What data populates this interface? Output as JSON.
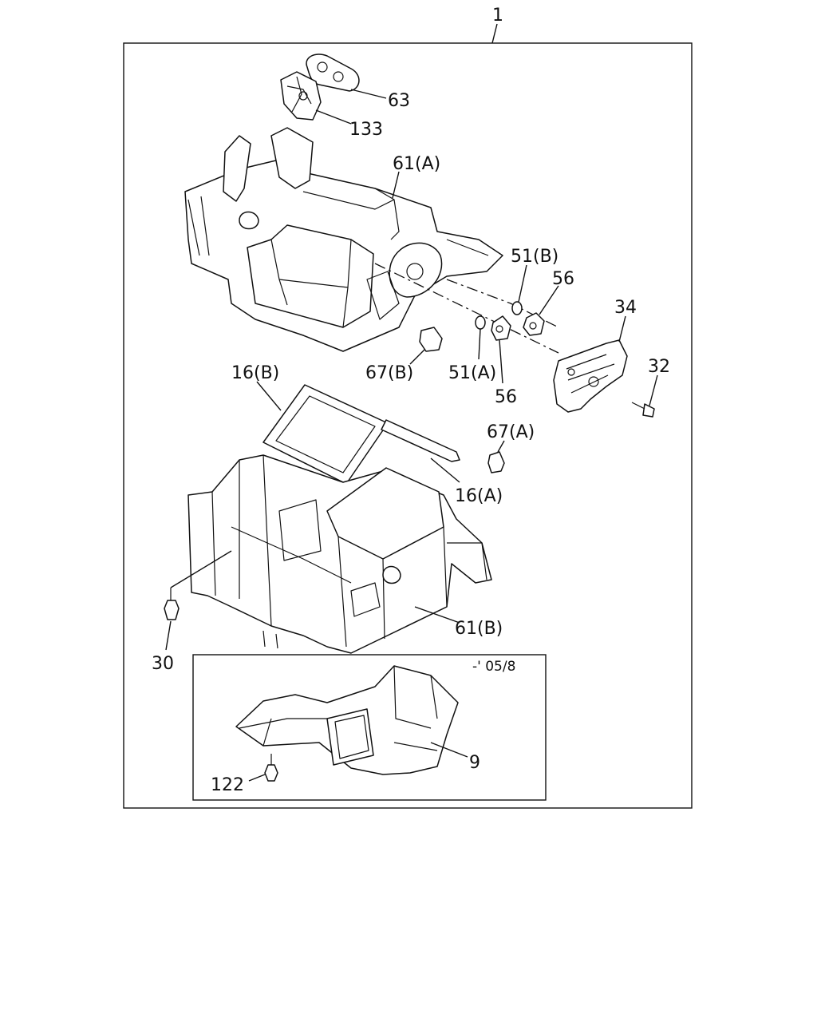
{
  "diagram": {
    "assembly_label": "1",
    "inset_date_label": "-' 05/8",
    "callouts": {
      "c63": "63",
      "c133": "133",
      "c61a": "61(A)",
      "c51b": "51(B)",
      "c56_upper": "56",
      "c34": "34",
      "c32": "32",
      "c67b": "67(B)",
      "c51a": "51(A)",
      "c56_lower": "56",
      "c16b": "16(B)",
      "c67a": "67(A)",
      "c16a": "16(A)",
      "c61b": "61(B)",
      "c30": "30",
      "c9": "9",
      "c122": "122"
    }
  }
}
